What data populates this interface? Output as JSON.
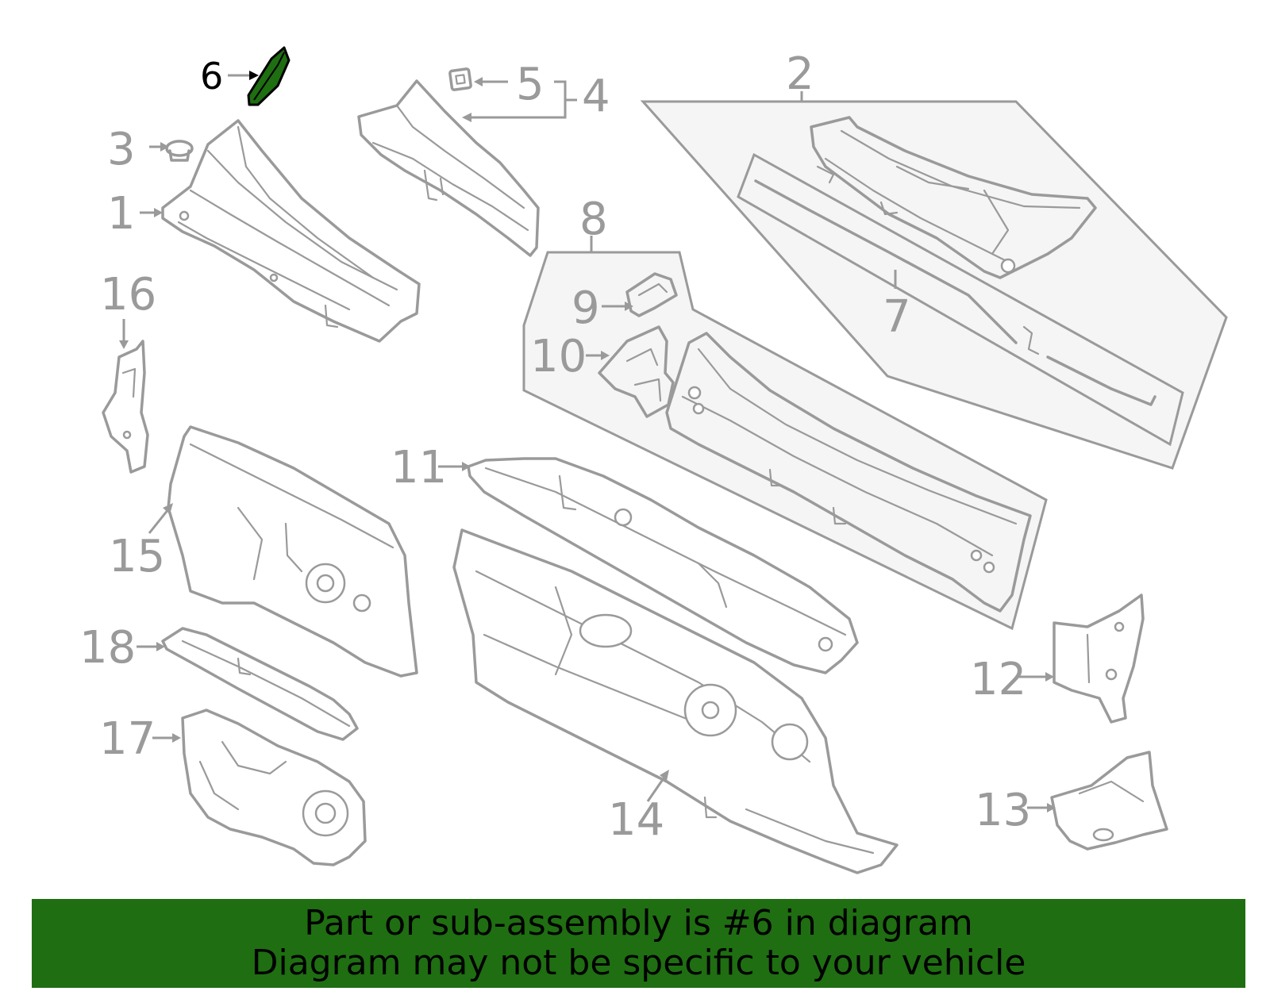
{
  "callouts": {
    "c1": "1",
    "c2": "2",
    "c3": "3",
    "c4": "4",
    "c5": "5",
    "c6": "6",
    "c7": "7",
    "c8": "8",
    "c9": "9",
    "c10": "10",
    "c11": "11",
    "c12": "12",
    "c13": "13",
    "c14": "14",
    "c15": "15",
    "c16": "16",
    "c17": "17",
    "c18": "18"
  },
  "highlighted_part": "6",
  "colors": {
    "line_art": "#9a9a9a",
    "highlight_fill": "#1f6e12",
    "banner_background": "#1f6e12",
    "banner_text": "#000000",
    "group_fill": "#f5f5f5"
  },
  "banner": {
    "line1": "Part or sub-assembly is #6 in diagram",
    "line2": "Diagram may not be specific to your vehicle"
  }
}
